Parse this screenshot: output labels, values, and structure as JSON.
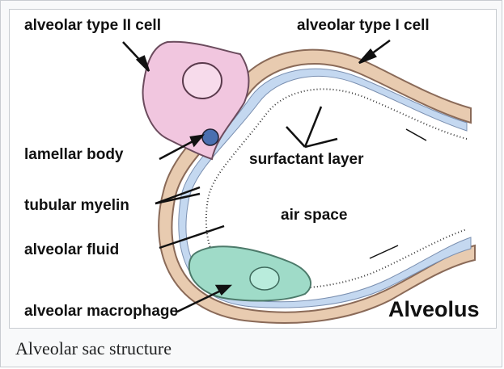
{
  "figure": {
    "labels": {
      "type2": "alveolar type II cell",
      "type1": "alveolar type I cell",
      "lamellar": "lamellar body",
      "surfactant": "surfactant layer",
      "tubular": "tubular myelin",
      "air": "air space",
      "fluid": "alveolar fluid",
      "macrophage": "alveolar macrophage",
      "title": "Alveolus"
    },
    "colors": {
      "wall": "#e8cbb0",
      "fluid": "#c4d8f0",
      "type2_cell": "#f1c6df",
      "macrophage": "#9fdbc8"
    }
  },
  "caption": "Alveolar sac structure"
}
